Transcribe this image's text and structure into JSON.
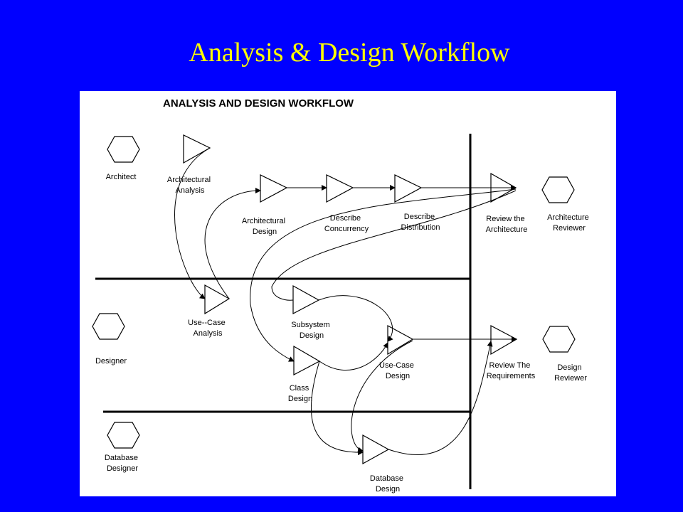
{
  "slide_title": "Analysis & Design Workflow",
  "diagram": {
    "title": "ANALYSIS AND DESIGN WORKFLOW",
    "roles": {
      "architect": "Architect",
      "architecture_reviewer": [
        "Architecture",
        "Reviewer"
      ],
      "designer": "Designer",
      "design_reviewer": [
        "Design",
        "Reviewer"
      ],
      "database_designer": [
        "Database",
        "Designer"
      ]
    },
    "activities": {
      "architectural_analysis": [
        "Architectural",
        "Analysis"
      ],
      "architectural_design": [
        "Architectural",
        "Design"
      ],
      "describe_concurrency": [
        "Describe",
        "Concurrency"
      ],
      "describe_distribution": [
        "Describe",
        "Distribution"
      ],
      "review_the_architecture": [
        "Review the",
        "Architecture"
      ],
      "use_case_analysis": [
        "Use--Case",
        "Analysis"
      ],
      "subsystem_design": [
        "Subsystem",
        "Design"
      ],
      "class_design": [
        "Class",
        "Design"
      ],
      "use_case_design": [
        "Use-Case",
        "Design"
      ],
      "review_the_requirements": [
        "Review The",
        "Requirements"
      ],
      "database_design": [
        "Database",
        "Design"
      ]
    }
  }
}
